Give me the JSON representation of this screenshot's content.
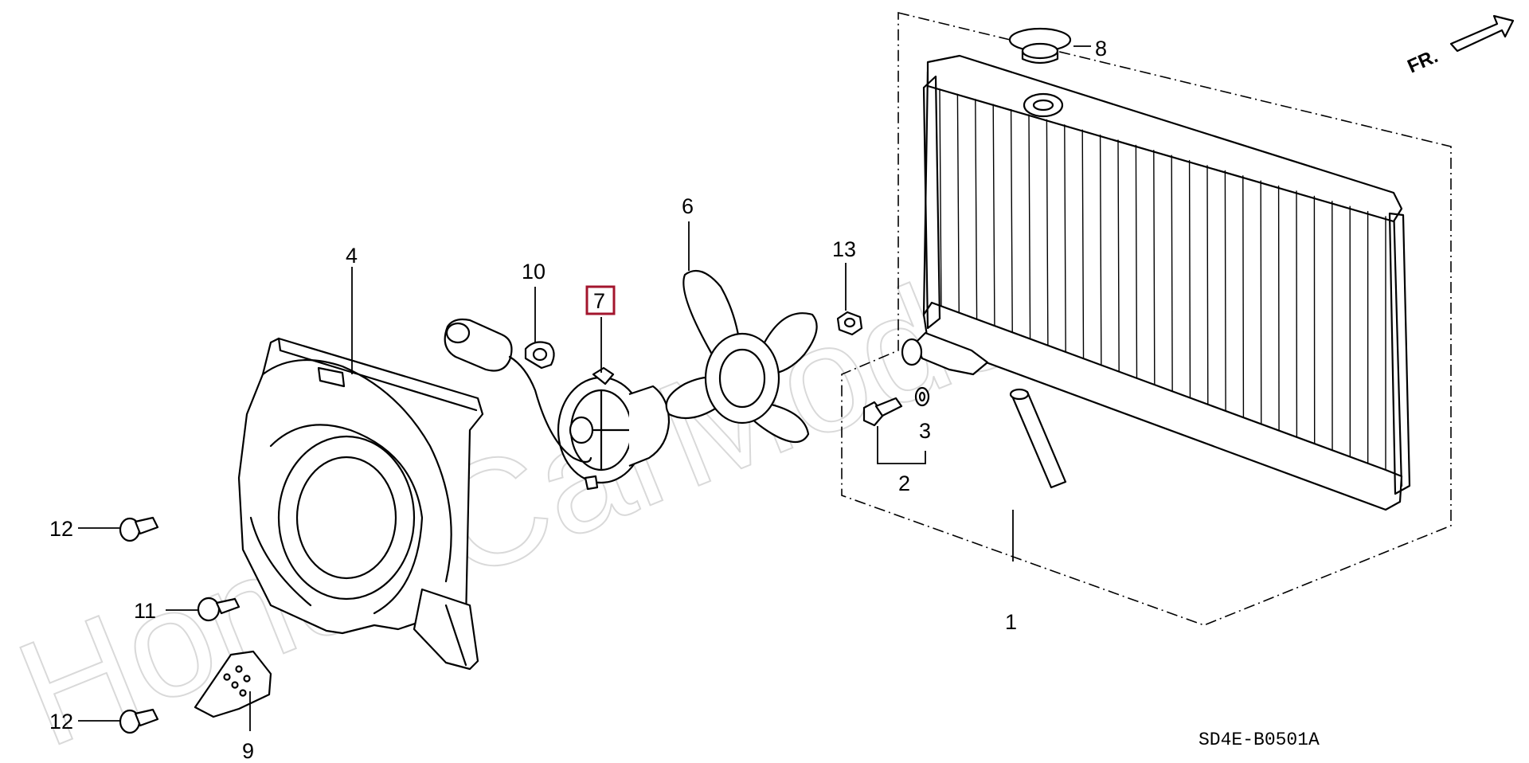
{
  "watermark": "HondaCarMods.ru",
  "direction_label": "FR.",
  "reference_code": "SD4E-B0501A",
  "highlighted_part": "7",
  "callouts": {
    "c1": "1",
    "c2": "2",
    "c3": "3",
    "c4": "4",
    "c6": "6",
    "c7": "7",
    "c8": "8",
    "c9": "9",
    "c10": "10",
    "c11": "11",
    "c12a": "12",
    "c12b": "12",
    "c13": "13"
  },
  "icons": {
    "arrow": "front-direction-arrow-icon"
  }
}
